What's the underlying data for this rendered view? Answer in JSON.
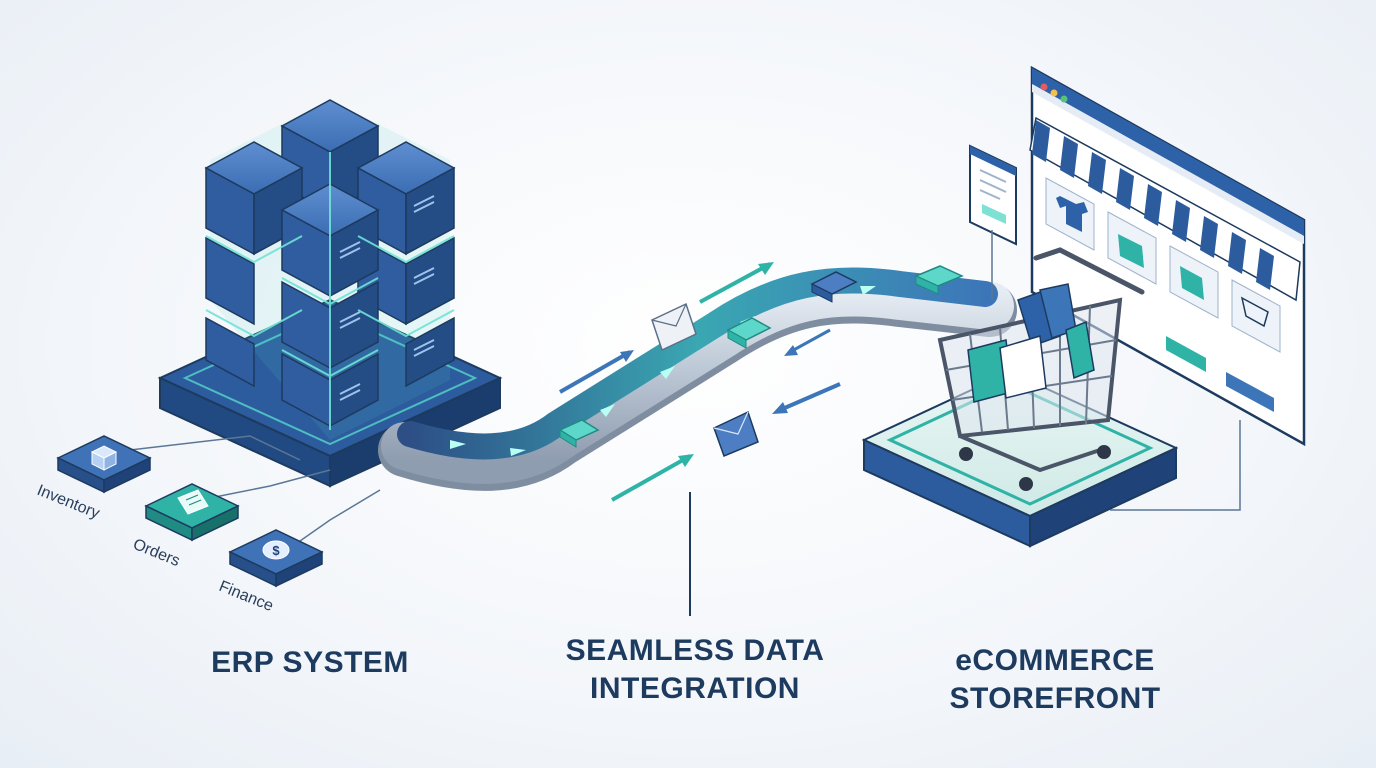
{
  "labels": {
    "erp_title": "ERP SYSTEM",
    "integration_line1": "SEAMLESS DATA",
    "integration_line2": "INTEGRATION",
    "storefront_line1": "eCOMMERCE",
    "storefront_line2": "STOREFRONT"
  },
  "modules": [
    {
      "name": "Inventory",
      "icon": "box-icon"
    },
    {
      "name": "Orders",
      "icon": "document-icon"
    },
    {
      "name": "Finance",
      "icon": "dollar-icon"
    }
  ],
  "colors": {
    "navy": "#1d3a5f",
    "blue": "#2e62a8",
    "teal": "#2fb3a6",
    "light_teal": "#7fe0d4",
    "pipe": "#c9d3df"
  }
}
